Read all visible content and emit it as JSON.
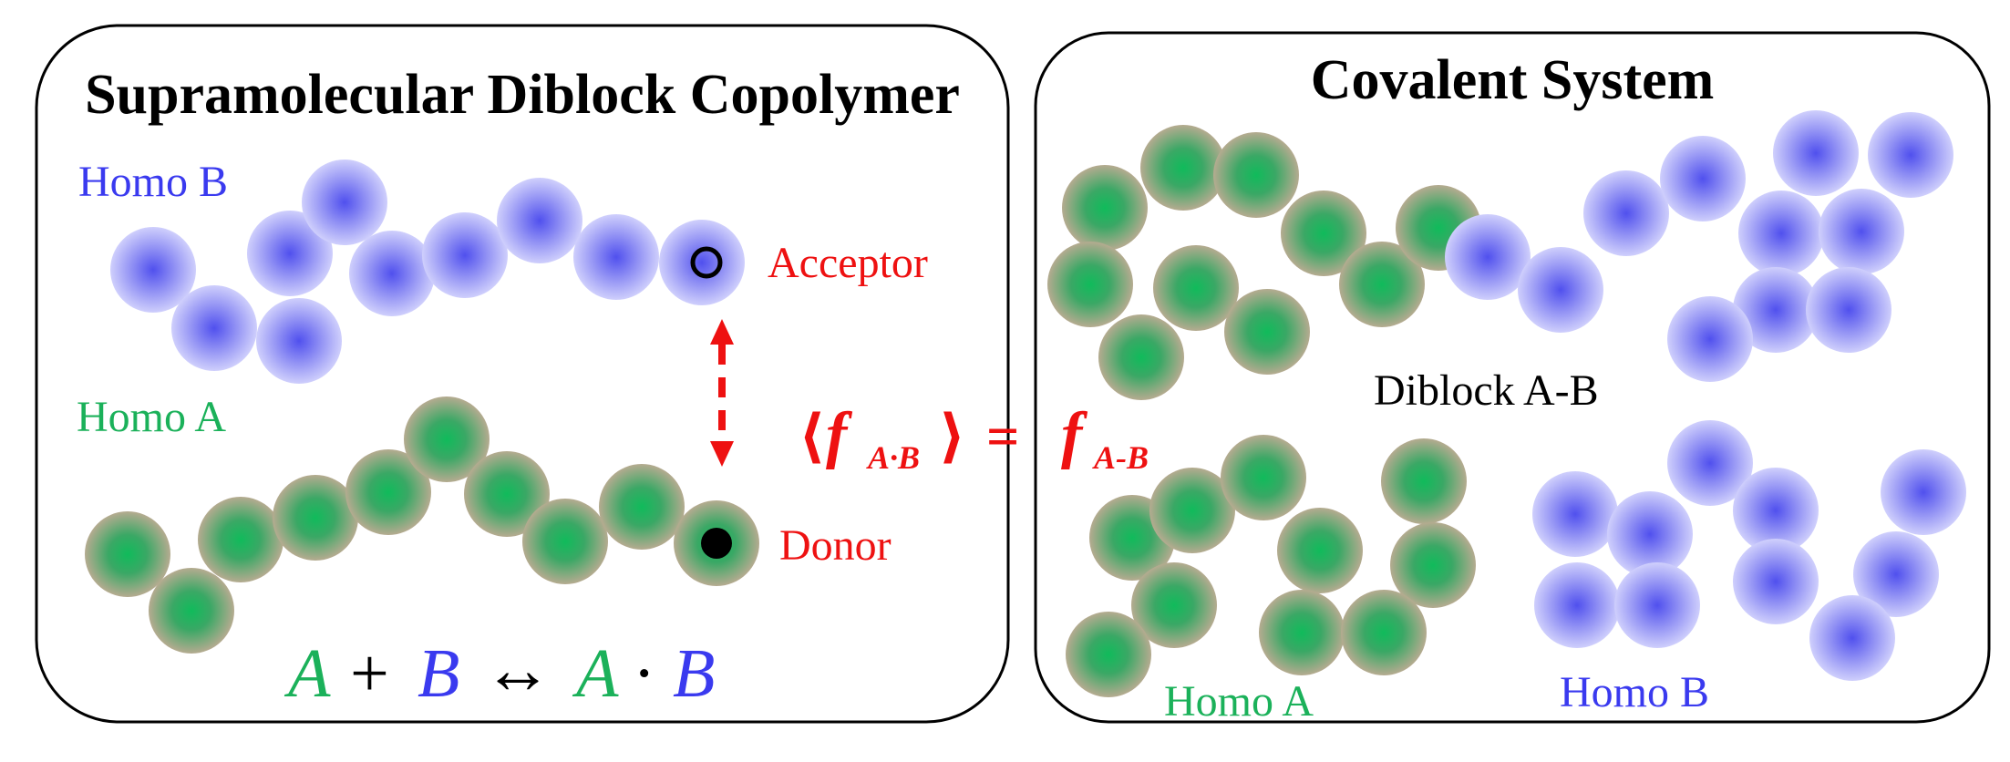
{
  "colors": {
    "green": "#1bb15a",
    "blue": "#3a3aef",
    "red": "#ee1111",
    "black": "#000000",
    "green_bead_center": "#14b85a",
    "green_bead_edge": "#b1aa8e",
    "blue_bead_center": "#5b5bee",
    "blue_bead_edge": "#c7c7fb"
  },
  "left_panel": {
    "title": "Supramolecular Diblock Copolymer",
    "homo_b_label": "Homo B",
    "homo_a_label": "Homo A",
    "acceptor_label": "Acceptor",
    "donor_label": "Donor",
    "equation": {
      "a1": "A",
      "plus": "+",
      "b1": "B",
      "arrow": "↔",
      "a2": "A",
      "dot": "·",
      "b2": "B"
    }
  },
  "center_equation": {
    "lhs_open": "⟨",
    "lhs_f": "f",
    "lhs_sub": "A·B",
    "lhs_close": "⟩",
    "equals": "=",
    "rhs_f": "f",
    "rhs_sub": "A-B"
  },
  "right_panel": {
    "title": "Covalent System",
    "diblock_label": "Diblock A-B",
    "homo_a_label": "Homo A",
    "homo_b_label": "Homo B"
  },
  "icons": {
    "acceptor_marker": "hollow-circle-icon",
    "donor_marker": "filled-circle-icon",
    "interaction_arrow": "dashed-double-arrow-icon"
  }
}
